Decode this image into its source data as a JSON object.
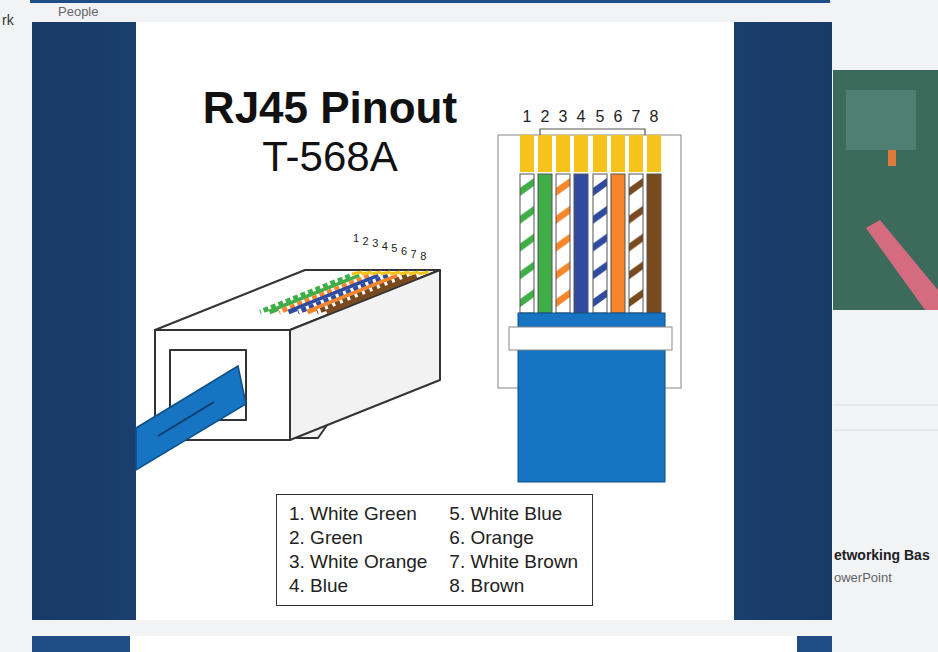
{
  "diagram": {
    "title": "RJ45 Pinout",
    "nodes": [
      {
        "text": [
          "1. White Green",
          "2. Green",
          "3. White Orange",
          "4. Blue",
          "5. White Blue",
          "6. Orange",
          "7. White Brown",
          "8. Brown"
        ]
      }
    ],
    "labels": [
      "T-568A",
      "1",
      "2",
      "3",
      "4",
      "5",
      "6",
      "7",
      "8",
      "1",
      "2",
      "3",
      "4",
      "5",
      "6",
      "7",
      "8",
      "rk",
      "People",
      "etworking Bas",
      "owerPoint"
    ]
  }
}
